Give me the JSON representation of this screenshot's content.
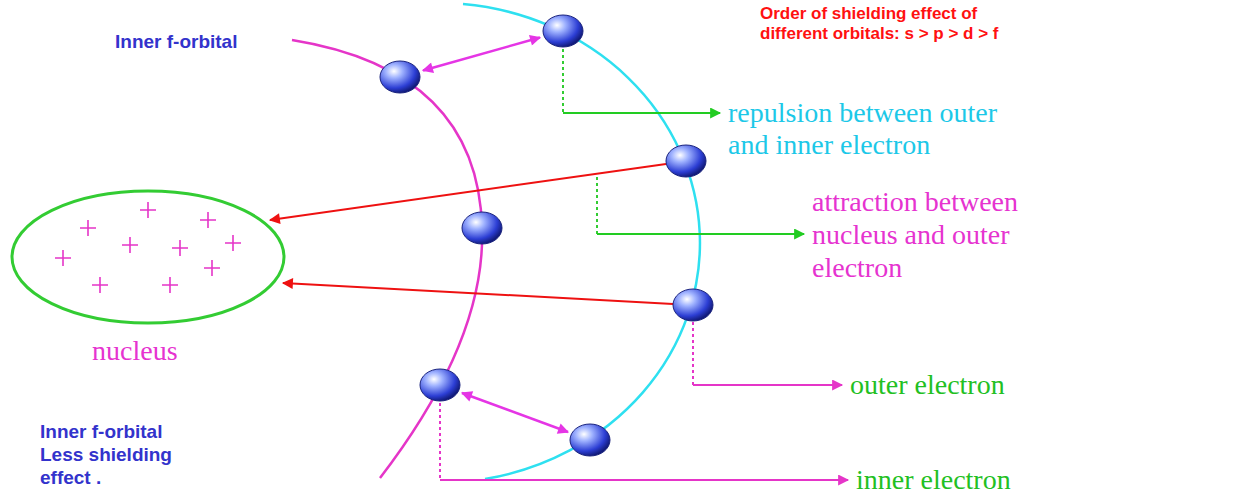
{
  "diagram": {
    "nodes": [
      {
        "text": [
          "nucleus"
        ]
      }
    ],
    "labels": [
      "Inner f-orbital",
      "Order of shielding effect of different orbitals: s > p > d > f",
      "repulsion between outer and inner electron",
      "attraction between nucleus and outer electron",
      "outer electron",
      "inner electron",
      "Inner f-orbital Less shielding effect ."
    ]
  }
}
